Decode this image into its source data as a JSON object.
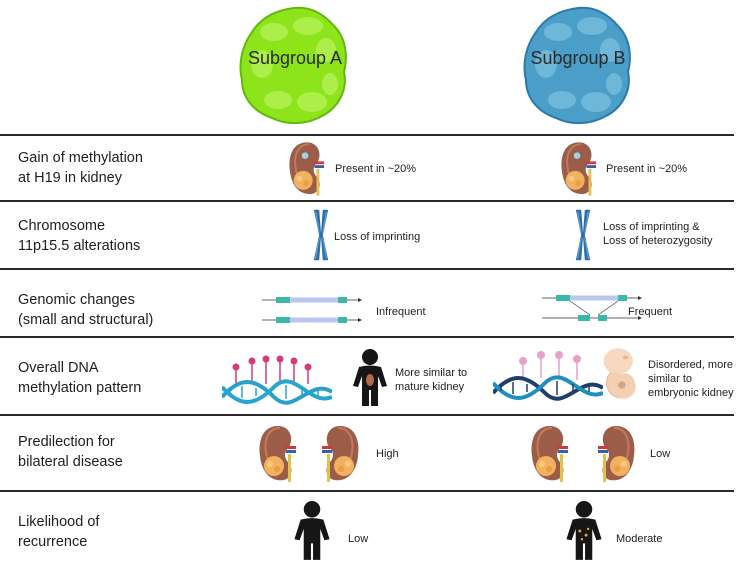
{
  "header": {
    "subgroup_a": "Subgroup A",
    "subgroup_b": "Subgroup B"
  },
  "rows": [
    {
      "label_1": "Gain of methylation",
      "label_2": "at H19 in kidney",
      "a": "Present in ~20%",
      "b": "Present in ~20%"
    },
    {
      "label_1": "Chromosome",
      "label_2": "11p15.5 alterations",
      "a": "Loss of imprinting",
      "b_1": "Loss of imprinting &",
      "b_2": "Loss of heterozygosity"
    },
    {
      "label_1": "Genomic changes",
      "label_2": "(small and structural)",
      "a": "Infrequent",
      "b": "Frequent"
    },
    {
      "label_1": "Overall DNA",
      "label_2": "methylation pattern",
      "a_1": "More similar to",
      "a_2": "mature kidney",
      "b_1": "Disordered, more",
      "b_2": "similar to",
      "b_3": "embryonic kidney"
    },
    {
      "label_1": "Predilection for",
      "label_2": "bilateral disease",
      "a": "High",
      "b": "Low"
    },
    {
      "label_1": "Likelihood of",
      "label_2": "recurrence",
      "a": "Low",
      "b": "Moderate"
    }
  ],
  "colors": {
    "subgroup_a_fill": "#8fe21a",
    "subgroup_b_fill": "#4a9cc4",
    "chromosome": "#2f6fa8",
    "kidney": "#a0614a",
    "tumor": "#f0b060",
    "dna_strand_1": "#2aa0c8",
    "dna_strand_2": "#1f3f6a",
    "methyl_a": "#d63a7e",
    "methyl_b": "#e8a0c8"
  }
}
